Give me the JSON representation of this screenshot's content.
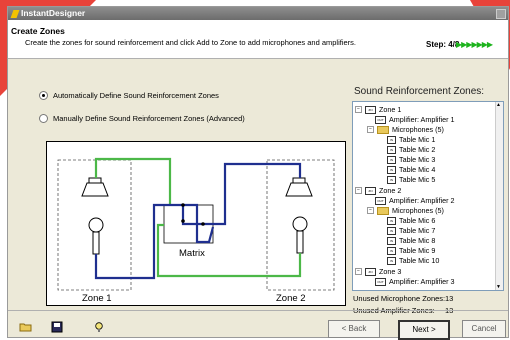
{
  "app": {
    "title": "InstantDesigner"
  },
  "header": {
    "title": "Create Zones",
    "subtitle": "Create the zones for sound reinforcement and click Add to Zone to add microphones and amplifiers.",
    "step": "Step: 4/8",
    "progress_arrows": "▶▶▶▶▶▶▶",
    "progress_fraction": 0.5
  },
  "options": {
    "auto": {
      "label": "Automatically Define Sound Reinforcement Zones",
      "selected": true
    },
    "manual": {
      "label": "Manually Define Sound Reinforcement Zones (Advanced)",
      "selected": false
    }
  },
  "diagram": {
    "matrix_label": "Matrix",
    "zone1_label": "Zone 1",
    "zone2_label": "Zone 2",
    "colors": {
      "green": "#4cb848",
      "blue": "#1f2f8f"
    }
  },
  "zones_panel": {
    "title": "Sound Reinforcement Zones:",
    "tree": [
      {
        "label": "Zone 1",
        "icon": "zone-icon",
        "amp": "Amplifier: Amplifier 1",
        "mic_folder": "Microphones (5)",
        "mics": [
          "Table Mic 1",
          "Table Mic 2",
          "Table Mic 3",
          "Table Mic 4",
          "Table Mic 5"
        ]
      },
      {
        "label": "Zone 2",
        "icon": "zone-icon",
        "amp": "Amplifier: Amplifier 2",
        "mic_folder": "Microphones (5)",
        "mics": [
          "Table Mic 6",
          "Table Mic 7",
          "Table Mic 8",
          "Table Mic 9",
          "Table Mic 10"
        ]
      },
      {
        "label": "Zone 3",
        "icon": "zone-icon",
        "amp": "Amplifier: Amplifier 3"
      }
    ]
  },
  "unused": {
    "mic_label": "Unused Microphone Zones:",
    "mic_value": "13",
    "amp_label": "Unused Amplifier Zones:",
    "amp_value": "13"
  },
  "footer": {
    "back": "< Back",
    "next": "Next >",
    "cancel": "Cancel",
    "tool_icons": [
      "open-folder-icon",
      "save-icon",
      "help-bulb-icon"
    ]
  }
}
